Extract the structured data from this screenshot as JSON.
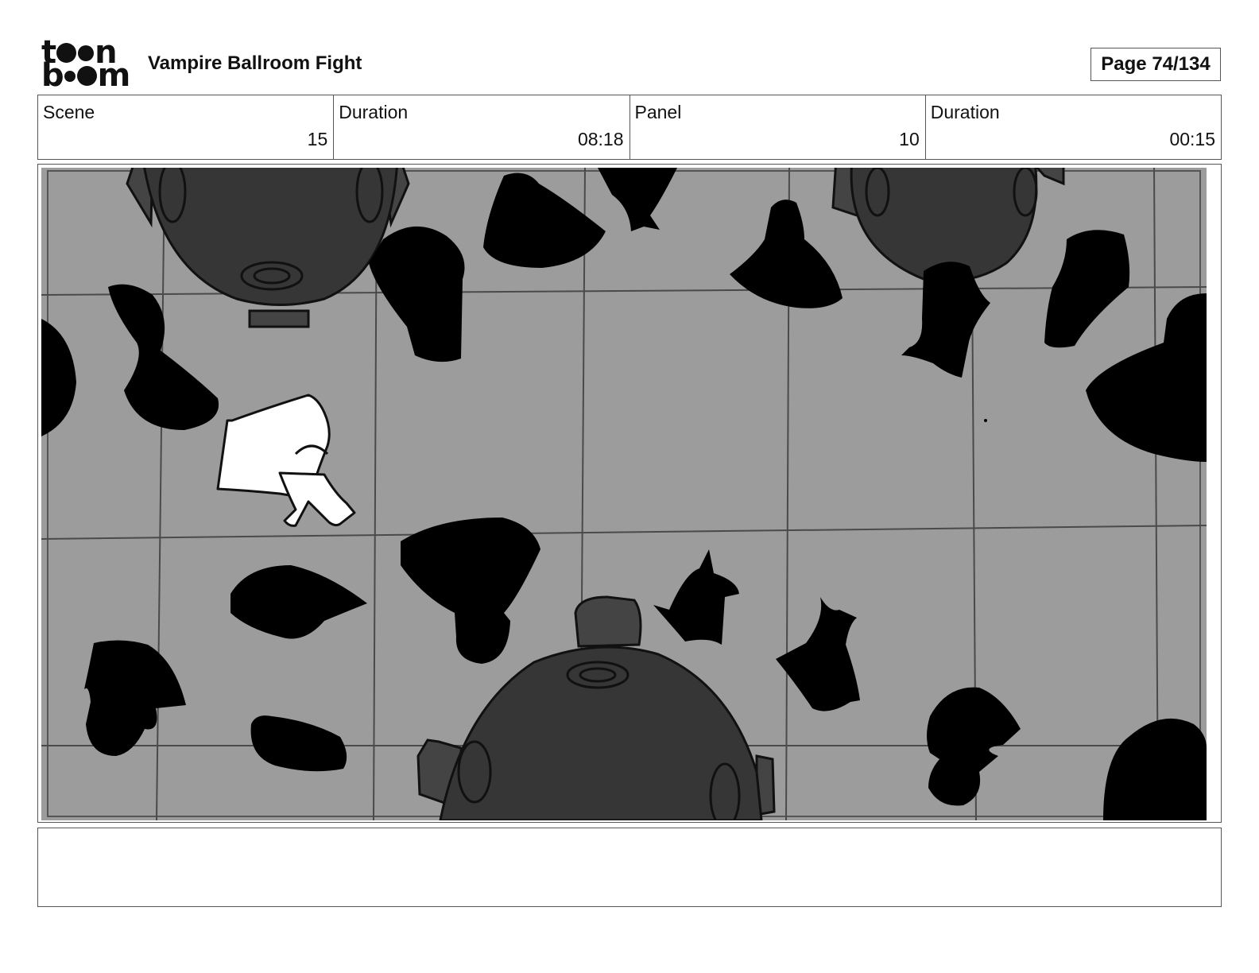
{
  "brand": {
    "logo_top": "toon",
    "logo_bottom": "boom"
  },
  "header": {
    "title": "Vampire Ballroom Fight",
    "page_label": "Page",
    "page_value": "74/134"
  },
  "info": {
    "scene_label": "Scene",
    "scene_value": "15",
    "scene_duration_label": "Duration",
    "scene_duration_value": "08:18",
    "panel_label": "Panel",
    "panel_value": "10",
    "panel_duration_label": "Duration",
    "panel_duration_value": "00:15"
  },
  "notes": {
    "text": ""
  }
}
